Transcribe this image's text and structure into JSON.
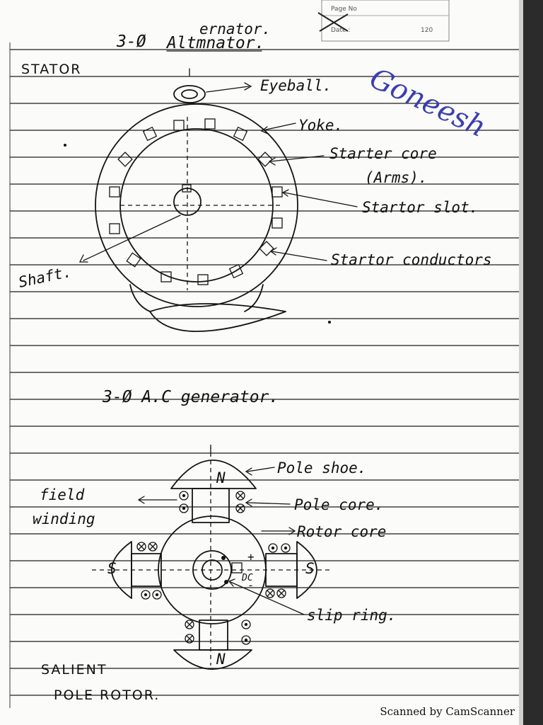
{
  "header_box": {
    "field1": "Page No",
    "field2": "Date :",
    "field3": "120"
  },
  "signature": "Goneesh",
  "section1": {
    "title_prefix": "3-Ø",
    "title_word": "Altmnator.",
    "title_correction": "ernator.",
    "corner_label": "STATOR",
    "labels": {
      "eyeball": "Eyeball.",
      "yoke": "Yoke.",
      "stator_core": "Starter core",
      "stator_core_sub": "(Arms).",
      "stator_slot": "Startor slot.",
      "stator_conductors": "Startor conductors",
      "shaft": "Shaft."
    }
  },
  "section2": {
    "title": "3-Ø  A.C generator.",
    "labels": {
      "pole_shoe": "Pole shoe.",
      "pole_core": "Pole core.",
      "rotor_core": "Rotor core",
      "field_winding_1": "field",
      "field_winding_2": "winding",
      "slip_ring": "slip ring.",
      "pole_n": "N",
      "pole_s": "S",
      "dc": "DC",
      "plus": "+",
      "minus": "-"
    },
    "caption_1": "SALIENT",
    "caption_2": "POLE ROTOR."
  },
  "footer": "Scanned by CamScanner"
}
